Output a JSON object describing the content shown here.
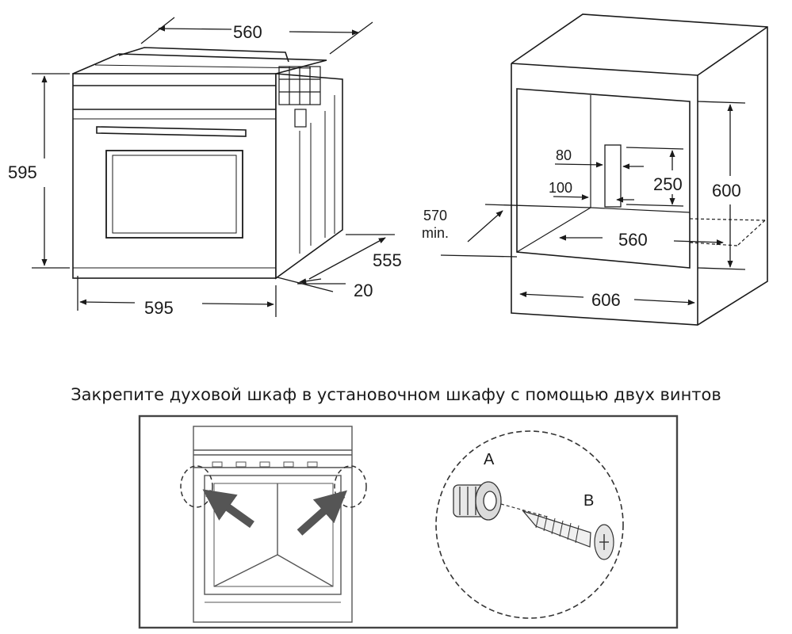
{
  "oven_dimensions": {
    "depth_top": "560",
    "height": "595",
    "width": "595",
    "depth": "555",
    "front_offset": "20"
  },
  "cabinet_dimensions": {
    "rear_opening_width": "80",
    "rear_opening_offset": "100",
    "rear_opening_height": "250",
    "niche_height": "600",
    "min_depth_value": "570",
    "min_depth_suffix": "min.",
    "niche_width": "560",
    "outer_width": "606"
  },
  "instruction": {
    "text": "Закрепите духовой шкаф в установочном шкафу с помощью двух винтов"
  },
  "detail_labels": {
    "part_a": "A",
    "part_b": "B"
  }
}
